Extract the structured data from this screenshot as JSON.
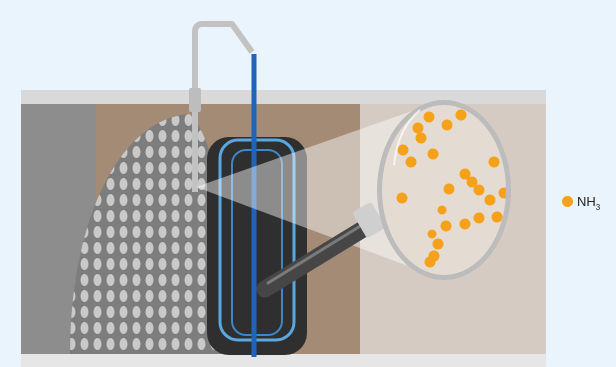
{
  "colors": {
    "background": "#eaf4fd",
    "ceiling": "#d9d9d9",
    "floor": "#e6e6e6",
    "wall": "#a38b76",
    "back_wall": "#d5cbc2",
    "lens_fill": "#e4dbd3",
    "pipe_gray": "#c2c2c2",
    "pipe_blue": "#1f64b8",
    "sensor_body": "#333333",
    "sensor_ring": "#5aa8e0",
    "dome_dark": "#838383",
    "dome_dots": "#c8c8c8",
    "beam": "#ffffff",
    "handle": "#4a4a4a",
    "particle": "#f5a21a"
  },
  "icons": {
    "magnifier": "magnifying-glass-icon",
    "legend_marker": "filled-circle-icon"
  },
  "legend": {
    "label": "NH",
    "subscript": "3",
    "color": "#f5a21a"
  },
  "particles_in_lens": 26
}
